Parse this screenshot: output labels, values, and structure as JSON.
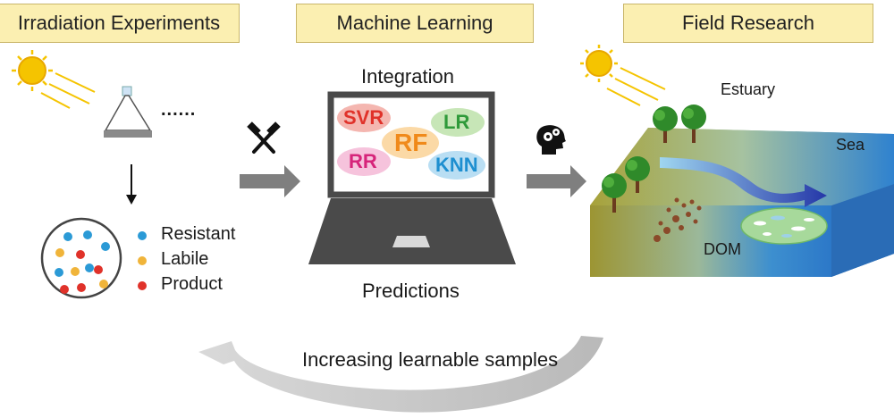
{
  "headers": {
    "irradiation": "Irradiation Experiments",
    "ml": "Machine Learning",
    "field": "Field Research"
  },
  "irradiation": {
    "ellipsis": "......",
    "legend": [
      {
        "label": "Resistant",
        "color": "#2b9ad6"
      },
      {
        "label": "Labile",
        "color": "#f0b43a"
      },
      {
        "label": "Product",
        "color": "#e0322a"
      }
    ]
  },
  "ml": {
    "integration": "Integration",
    "predictions": "Predictions",
    "models": [
      {
        "label": "SVR",
        "color": "#e0322a",
        "fill": "#f4b6b0"
      },
      {
        "label": "LR",
        "color": "#2f9a3a",
        "fill": "#c7e6b7"
      },
      {
        "label": "RF",
        "color": "#f08a1a",
        "fill": "#fbd9a6"
      },
      {
        "label": "RR",
        "color": "#d6247a",
        "fill": "#f6c3dc"
      },
      {
        "label": "KNN",
        "color": "#1e8fd0",
        "fill": "#b9def3"
      }
    ]
  },
  "field": {
    "estuary": "Estuary",
    "sea": "Sea",
    "dom": "DOM"
  },
  "loop": {
    "label": "Increasing learnable samples"
  },
  "colors": {
    "header_bg": "#fbefb1",
    "arrow_gray": "#7f7f7f",
    "sun": "#f5c400",
    "laptop": "#4a4a4a"
  }
}
